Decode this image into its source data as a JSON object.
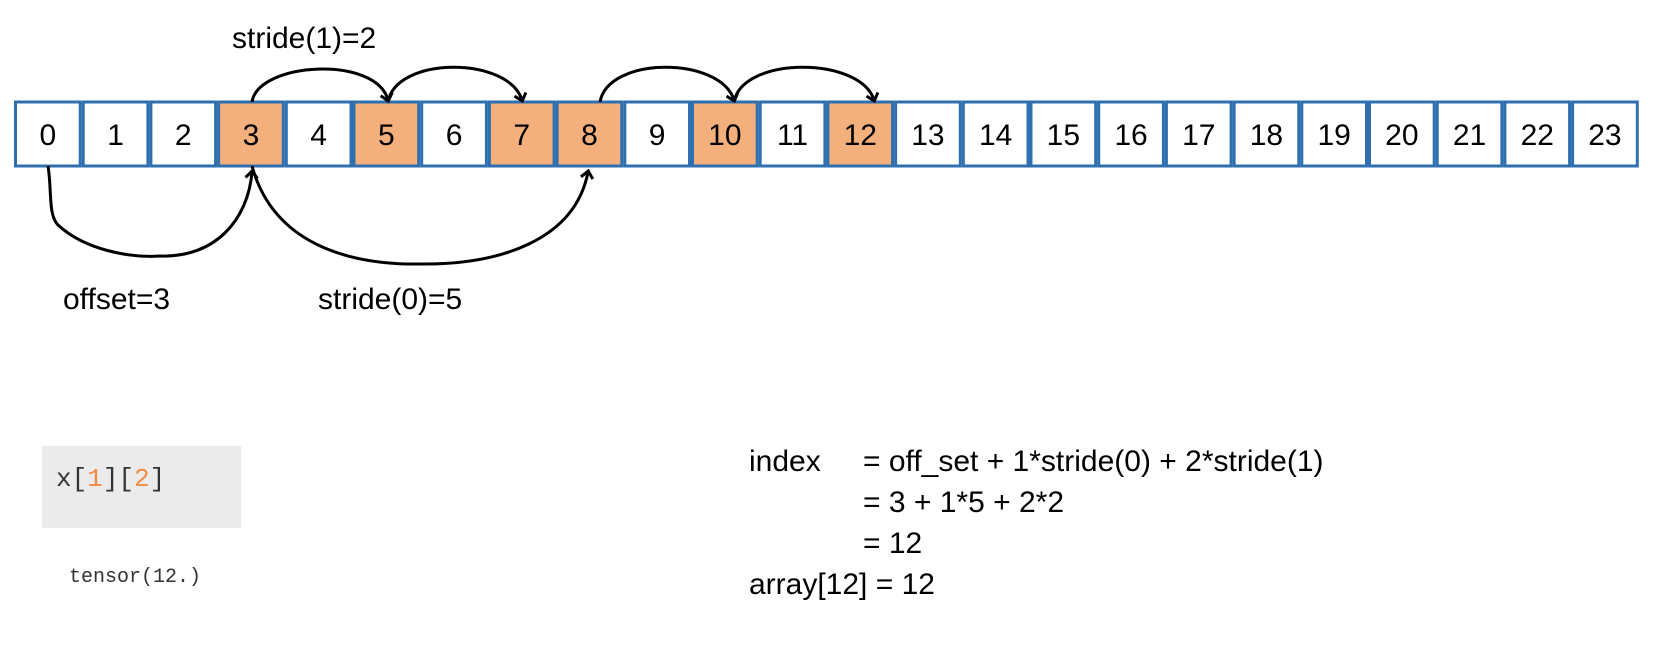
{
  "colors": {
    "border": "#2e6fb0",
    "highlight": "#f3b07d",
    "index_accent": "#f28c45",
    "code_bg": "#ebebeb"
  },
  "array": {
    "cells": [
      "0",
      "1",
      "2",
      "3",
      "4",
      "5",
      "6",
      "7",
      "8",
      "9",
      "10",
      "11",
      "12",
      "13",
      "14",
      "15",
      "16",
      "17",
      "18",
      "19",
      "20",
      "21",
      "22",
      "23"
    ],
    "highlighted": [
      3,
      5,
      7,
      8,
      10,
      12
    ]
  },
  "labels": {
    "stride1": "stride(1)=2",
    "offset": "offset=3",
    "stride0": "stride(0)=5"
  },
  "code": {
    "prefix": "x[",
    "i": "1",
    "mid": "][",
    "j": "2",
    "suffix": "]",
    "output": "tensor(12.)"
  },
  "equation": {
    "line1_left": "index",
    "line1_right": "= off_set + 1*stride(0) + 2*stride(1)",
    "line2": "= 3 + 1*5 + 2*2",
    "line3": "= 12",
    "line4": "array[12] = 12"
  }
}
